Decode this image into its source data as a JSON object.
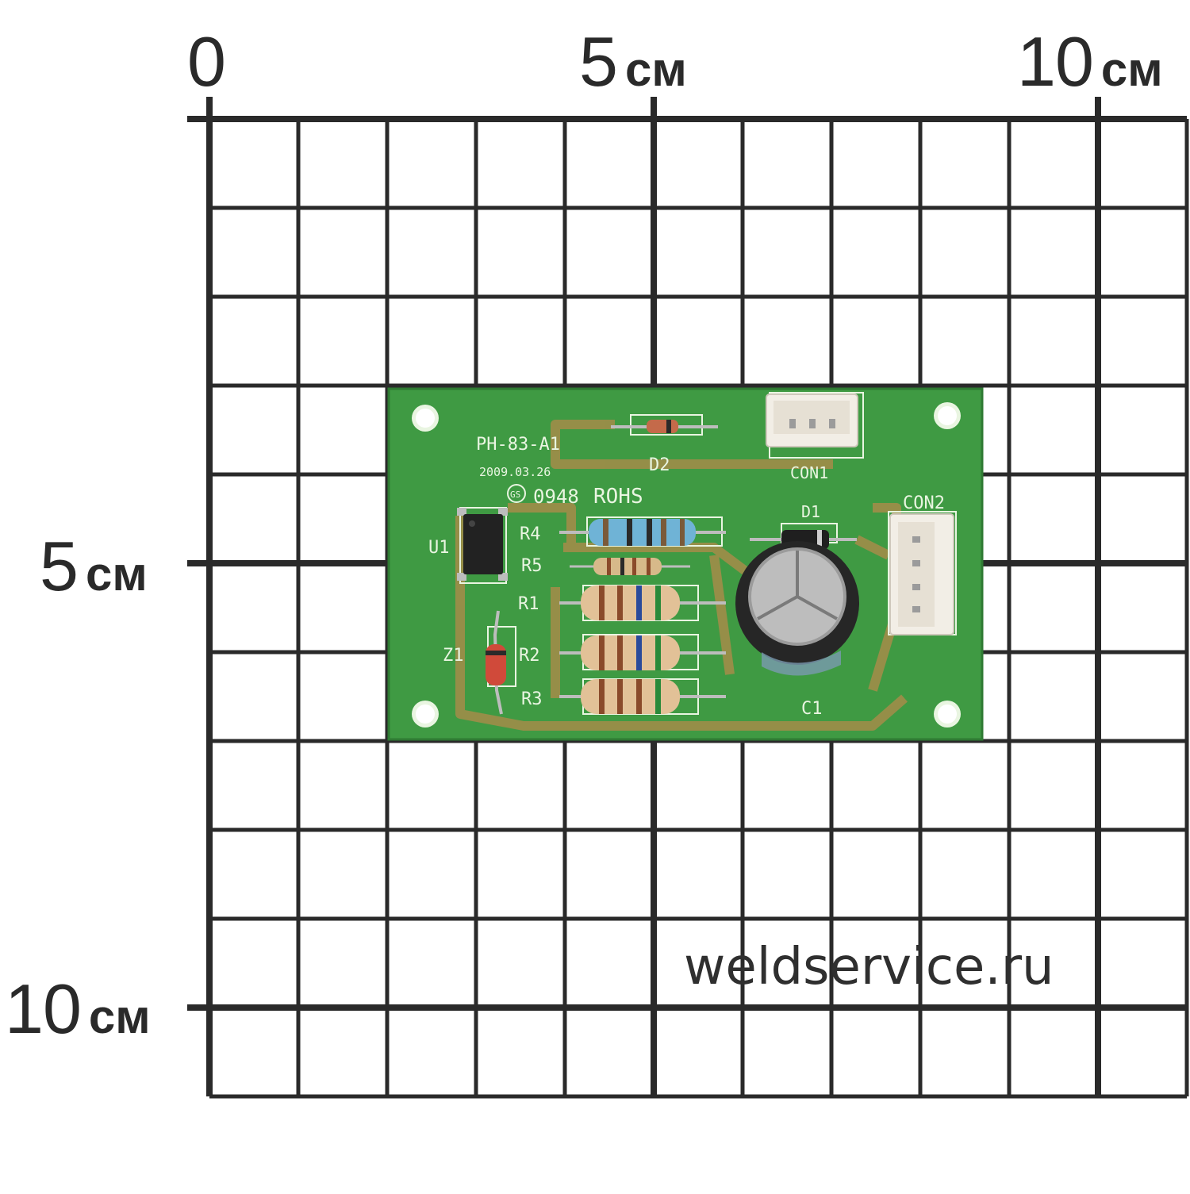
{
  "ruler": {
    "x_labels": [
      {
        "num": "0",
        "unit": ""
      },
      {
        "num": "5",
        "unit": "см"
      },
      {
        "num": "10",
        "unit": "см"
      }
    ],
    "y_labels": [
      {
        "num": "5",
        "unit": "см"
      },
      {
        "num": "10",
        "unit": "см"
      }
    ]
  },
  "watermark": "weldservice.ru",
  "board": {
    "model": "PH-83-A1",
    "date": "2009.03.26",
    "gs_mark": "GS",
    "code": "0948",
    "rohs": "ROHS",
    "refs": {
      "d2": "D2",
      "con1": "CON1",
      "con2": "CON2",
      "d1": "D1",
      "u1": "U1",
      "r4": "R4",
      "r5": "R5",
      "r1": "R1",
      "z1": "Z1",
      "r2": "R2",
      "r3": "R3",
      "c1": "C1"
    }
  },
  "colors": {
    "grid": "#2a2a2a",
    "pcb": "#3f9a43",
    "trace": "#b38a4a",
    "silkscreen": "#e9f5e1"
  }
}
